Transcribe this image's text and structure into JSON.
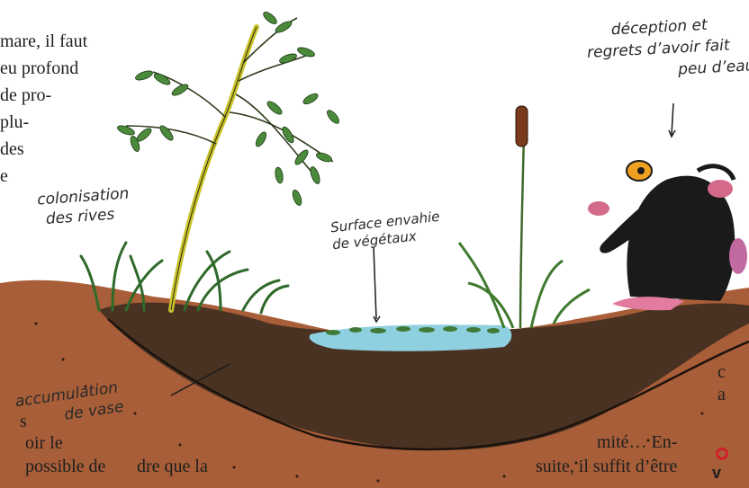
{
  "left_column": {
    "lines": [
      "mare, il faut",
      "eu profond",
      "de pro-",
      "plu-",
      "des",
      "e"
    ]
  },
  "left_bottom": {
    "lines": [
      "s",
      "oir le",
      "possible de"
    ]
  },
  "center_bottom": {
    "text": "dre que la"
  },
  "right_bottom": {
    "line1": "mité… En-",
    "line2": "suite, il suffit d’être"
  },
  "right_edge": {
    "line1": "c",
    "line2": "a",
    "red_text": "v"
  },
  "annotations": {
    "colonisation": [
      "colonisation",
      "des rives"
    ],
    "surface": [
      "Surface envahie",
      "de végétaux"
    ],
    "vase": [
      "accumulation",
      "de vase"
    ],
    "deception": [
      "déception et",
      "regrets d’avoir fait",
      "peu d’eau"
    ]
  },
  "colors": {
    "water": "#8fd0e0",
    "mud": "#4a3222",
    "soil": "#a85e38",
    "foliage": "#4a8a3a",
    "red_accent": "#d21f2a"
  }
}
